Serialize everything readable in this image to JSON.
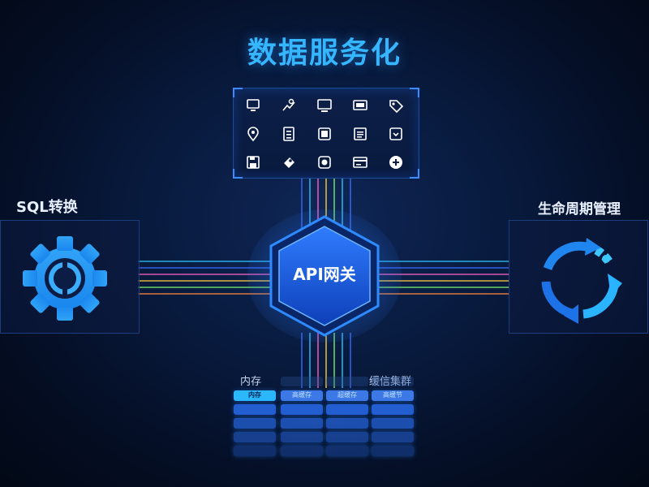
{
  "title": "数据服务化",
  "gateway": {
    "label": "API网关"
  },
  "left_node": {
    "label": "SQL转换",
    "icon": "gear-icon"
  },
  "right_node": {
    "label": "生命周期管理",
    "icon": "lifecycle-cycle-icon"
  },
  "storage": {
    "label_left": "内存",
    "label_right": "缓信集群",
    "top_row_labels": [
      "内存",
      "高缓存",
      "超缓存",
      "高缓节"
    ]
  },
  "icon_grid": [
    "monitor-icon",
    "map-marker-icon",
    "desktop-icon",
    "display-icon",
    "tag-icon",
    "location-pin-icon",
    "document-icon",
    "square-icon",
    "list-icon",
    "inbox-icon",
    "save-icon",
    "tag-arrow-icon",
    "circle-button-icon",
    "card-icon",
    "plus-circle-icon"
  ],
  "colors": {
    "accent": "#35b6ff",
    "hex_fill": "#1657d8",
    "lines": [
      "#2ec8ff",
      "#ff63c8",
      "#ffd23f",
      "#7cf06b",
      "#3b6dff",
      "#ff8a3d"
    ]
  }
}
